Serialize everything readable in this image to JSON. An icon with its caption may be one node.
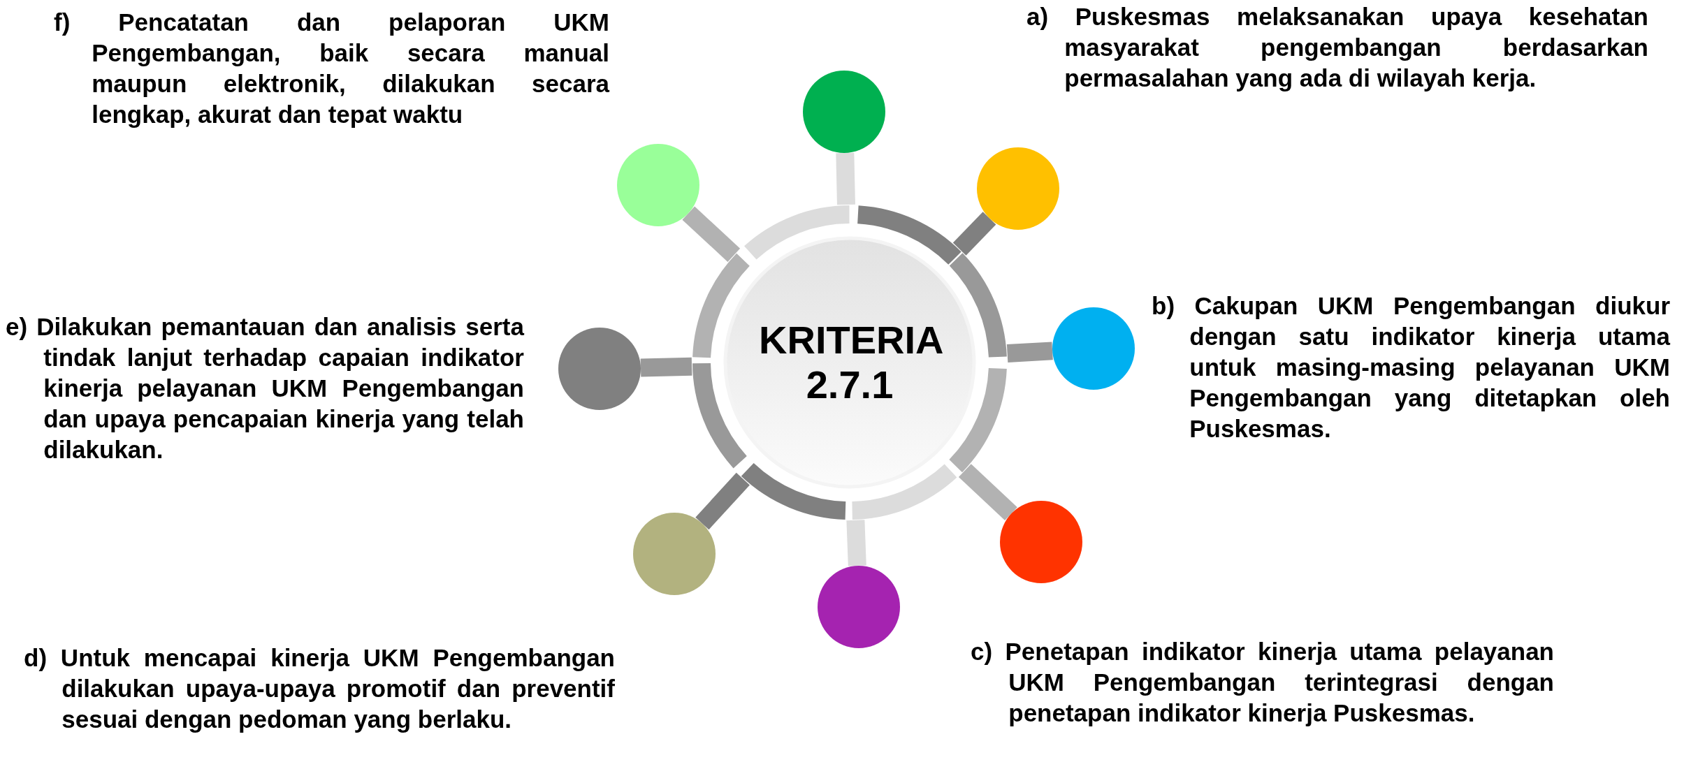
{
  "diagram": {
    "nodes": [
      {
        "text": [
          "KRITERIA 2.7.1"
        ]
      },
      {
        "text": [],
        "shape": "circle"
      },
      {
        "text": [],
        "shape": "circle"
      },
      {
        "text": [],
        "shape": "circle"
      },
      {
        "text": [],
        "shape": "circle"
      },
      {
        "text": [],
        "shape": "circle"
      },
      {
        "text": [],
        "shape": "circle"
      },
      {
        "text": [],
        "shape": "circle"
      },
      {
        "text": [],
        "shape": "circle"
      }
    ],
    "edges": [
      {
        "from": 0,
        "to": 1,
        "arrow": "none",
        "color": "#dcdcdc"
      },
      {
        "from": 0,
        "to": 2,
        "arrow": "none",
        "color": "#b2b2b2"
      },
      {
        "from": 0,
        "to": 3,
        "arrow": "none",
        "color": "#808080"
      },
      {
        "from": 0,
        "to": 4,
        "arrow": "none",
        "color": "#999999"
      },
      {
        "from": 0,
        "to": 5,
        "arrow": "none",
        "color": "#999999"
      },
      {
        "from": 0,
        "to": 6,
        "arrow": "none",
        "color": "#b2b2b2"
      },
      {
        "from": 0,
        "to": 7,
        "arrow": "none",
        "color": "#808080"
      },
      {
        "from": 0,
        "to": 8,
        "arrow": "none",
        "color": "#dcdcdc"
      }
    ],
    "labels": [
      "f) Pencatatan dan pelaporan UKM Pengembangan, baik secara manual maupun elektronik, dilakukan secara lengkap, akurat dan tepat waktu",
      "a) Puskesmas melaksanakan upaya kesehatan masyarakat pengembangan berdasarkan permasalahan yang ada di wilayah kerja.",
      "e) Dilakukan pemantauan dan analisis serta tindak lanjut terhadap capaian indikator kinerja pelayanan UKM Pengembangan dan upaya pencapaian kinerja yang telah dilakukan.",
      "b) Cakupan UKM Pengembangan diukur dengan satu indikator kinerja utama untuk masing-masing pelayanan UKM Pengembangan yang ditetapkan oleh Puskesmas.",
      "d) Untuk mencapai kinerja UKM Pengembangan dilakukan upaya-upaya promotif dan preventif sesuai dengan pedoman yang berlaku.",
      "c) Penetapan indikator kinerja utama pelayanan UKM Pengembangan terintegrasi dengan penetapan indikator kinerja Puskesmas."
    ]
  }
}
